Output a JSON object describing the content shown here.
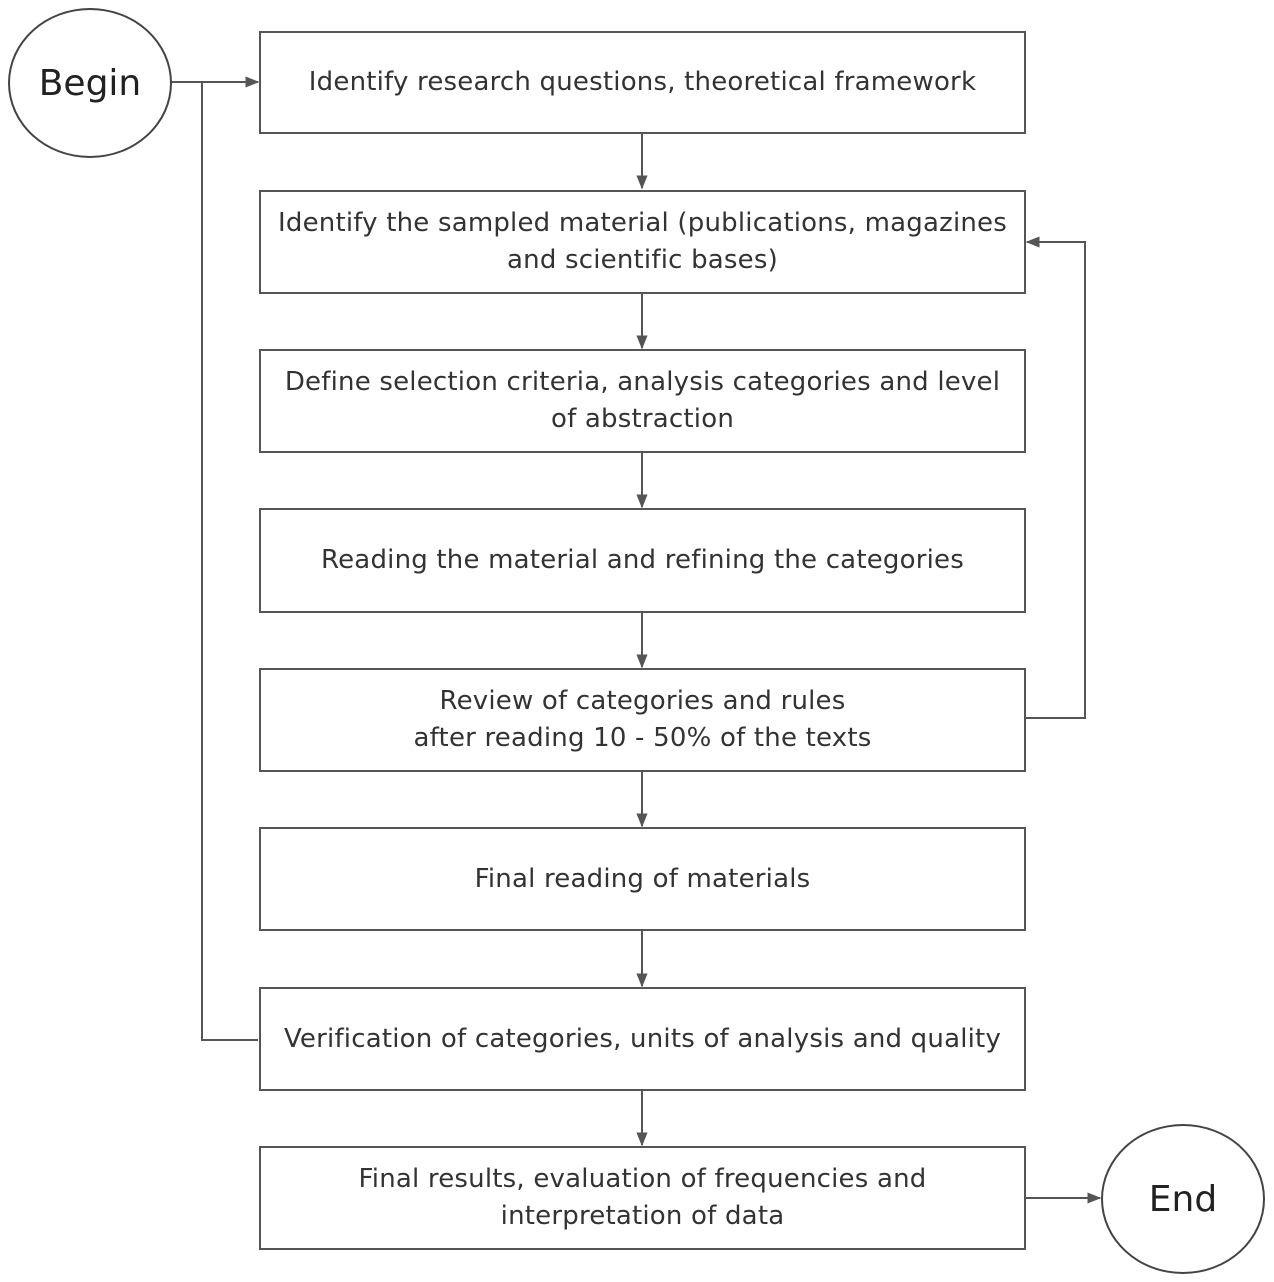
{
  "terminals": {
    "begin": "Begin",
    "end": "End"
  },
  "steps": [
    "Identify research questions, theoretical framework",
    "Identify the sampled material (publications, magazines and scientific bases)",
    "Define selection criteria, analysis categories and level of abstraction",
    "Reading the material and refining the categories",
    "Review of categories and rules\nafter reading 10 - 50% of the texts",
    "Final reading of materials",
    "Verification of categories, units of analysis and quality",
    "Final results, evaluation of frequencies and interpretation of data"
  ],
  "colors": {
    "line": "#555555",
    "text": "#333333"
  }
}
